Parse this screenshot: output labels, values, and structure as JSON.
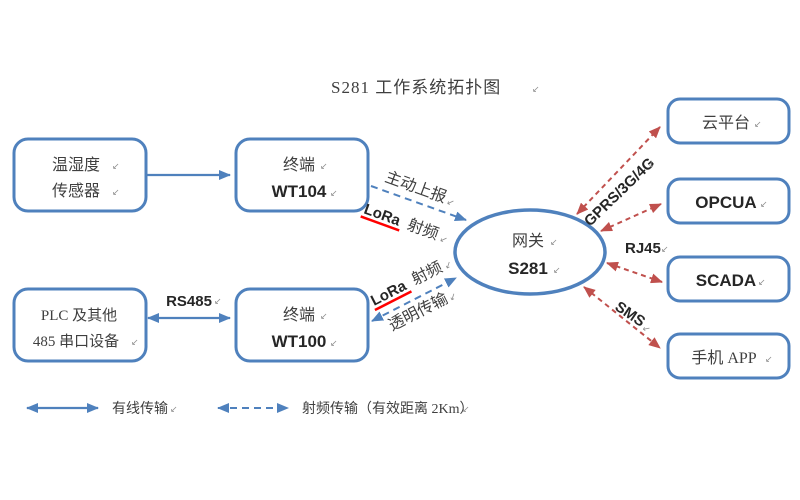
{
  "title": "S281 工作系统拓扑图",
  "mark": "↙",
  "colors": {
    "blue": "#4f81bd",
    "red": "#c0504d",
    "text": "#3f3f3f",
    "underline": "#ff0000"
  },
  "nodes": {
    "sensor": {
      "line1": "温湿度",
      "line2": "传感器"
    },
    "wt104": {
      "line1": "终端",
      "line2": "WT104"
    },
    "plc": {
      "line1": "PLC 及其他",
      "line2": "485 串口设备"
    },
    "wt100": {
      "line1": "终端",
      "line2": "WT100"
    },
    "gateway": {
      "line1": "网关",
      "line2": "S281"
    },
    "cloud": {
      "label": "云平台"
    },
    "opcua": {
      "label": "OPCUA"
    },
    "scada": {
      "label": "SCADA"
    },
    "phone": {
      "label": "手机 APP"
    }
  },
  "links": {
    "wt104_gateway": {
      "label_top": "主动上报",
      "label_lora": "LoRa",
      "label_rf": "射频"
    },
    "plc_wt100": {
      "label": "RS485"
    },
    "wt100_gateway": {
      "label_lora": "LoRa",
      "label_rf": "射频",
      "label_bottom": "透明传输"
    },
    "gateway_cloud_opcua": {
      "label": "GPRS/3G/4G"
    },
    "gateway_scada": {
      "label": "RJ45"
    },
    "gateway_phone": {
      "label": "SMS"
    }
  },
  "legend": {
    "wired": "有线传输",
    "rf": "射频传输（有效距离 2Km）"
  }
}
